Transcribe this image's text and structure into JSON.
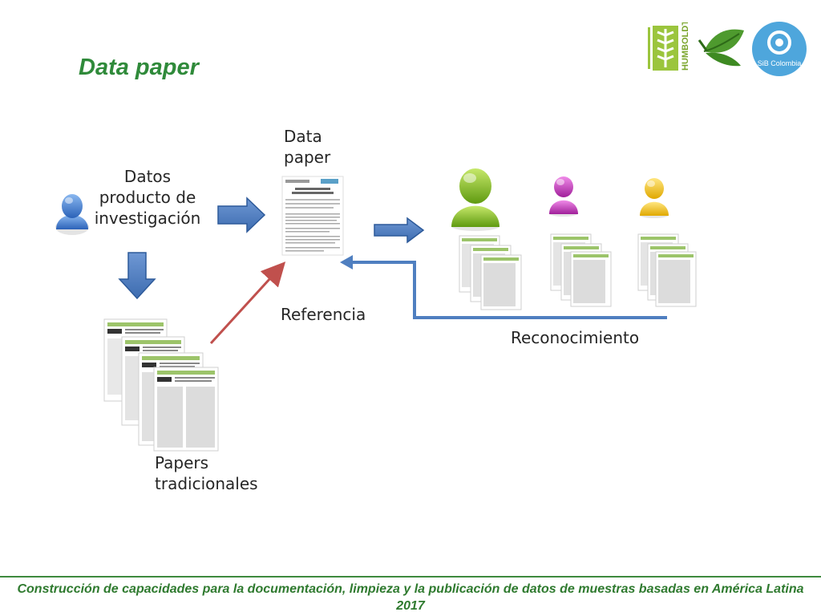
{
  "slide": {
    "title": "Data paper",
    "labels": {
      "datos": "Datos producto de investigación",
      "data_paper": "Data paper",
      "referencia": "Referencia",
      "reconocimiento": "Reconocimiento",
      "papers": "Papers tradicionales"
    },
    "footer": "Construcción de capacidades para la documentación, limpieza y la publicación de datos de muestras basadas en América Latina 2017",
    "logos": {
      "humboldt_text": "HUMBOLDT",
      "sib_text": "SiB Colombia"
    }
  },
  "colors": {
    "title": "#2f8a3a",
    "blue_arrow": "#4f7fc0",
    "red_arrow": "#c0504d",
    "green": "#7fb81e",
    "magenta": "#c02fb8",
    "yellow": "#f2c21a",
    "blue_person": "#3c78d0"
  }
}
